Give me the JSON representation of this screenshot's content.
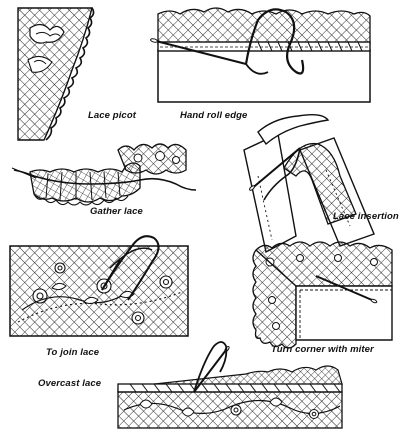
{
  "figure": {
    "captions": {
      "lace_picot": "Lace picot",
      "hand_roll_edge": "Hand roll edge",
      "gather_lace": "Gather lace",
      "lace_insertion": "Lace insertion",
      "to_join_lace": "To join lace",
      "turn_corner_with_miter": "Turn corner with miter",
      "overcast_lace": "Overcast lace"
    },
    "colors": {
      "ink": "#111111",
      "paper": "#ffffff",
      "mesh": "#222222"
    }
  }
}
